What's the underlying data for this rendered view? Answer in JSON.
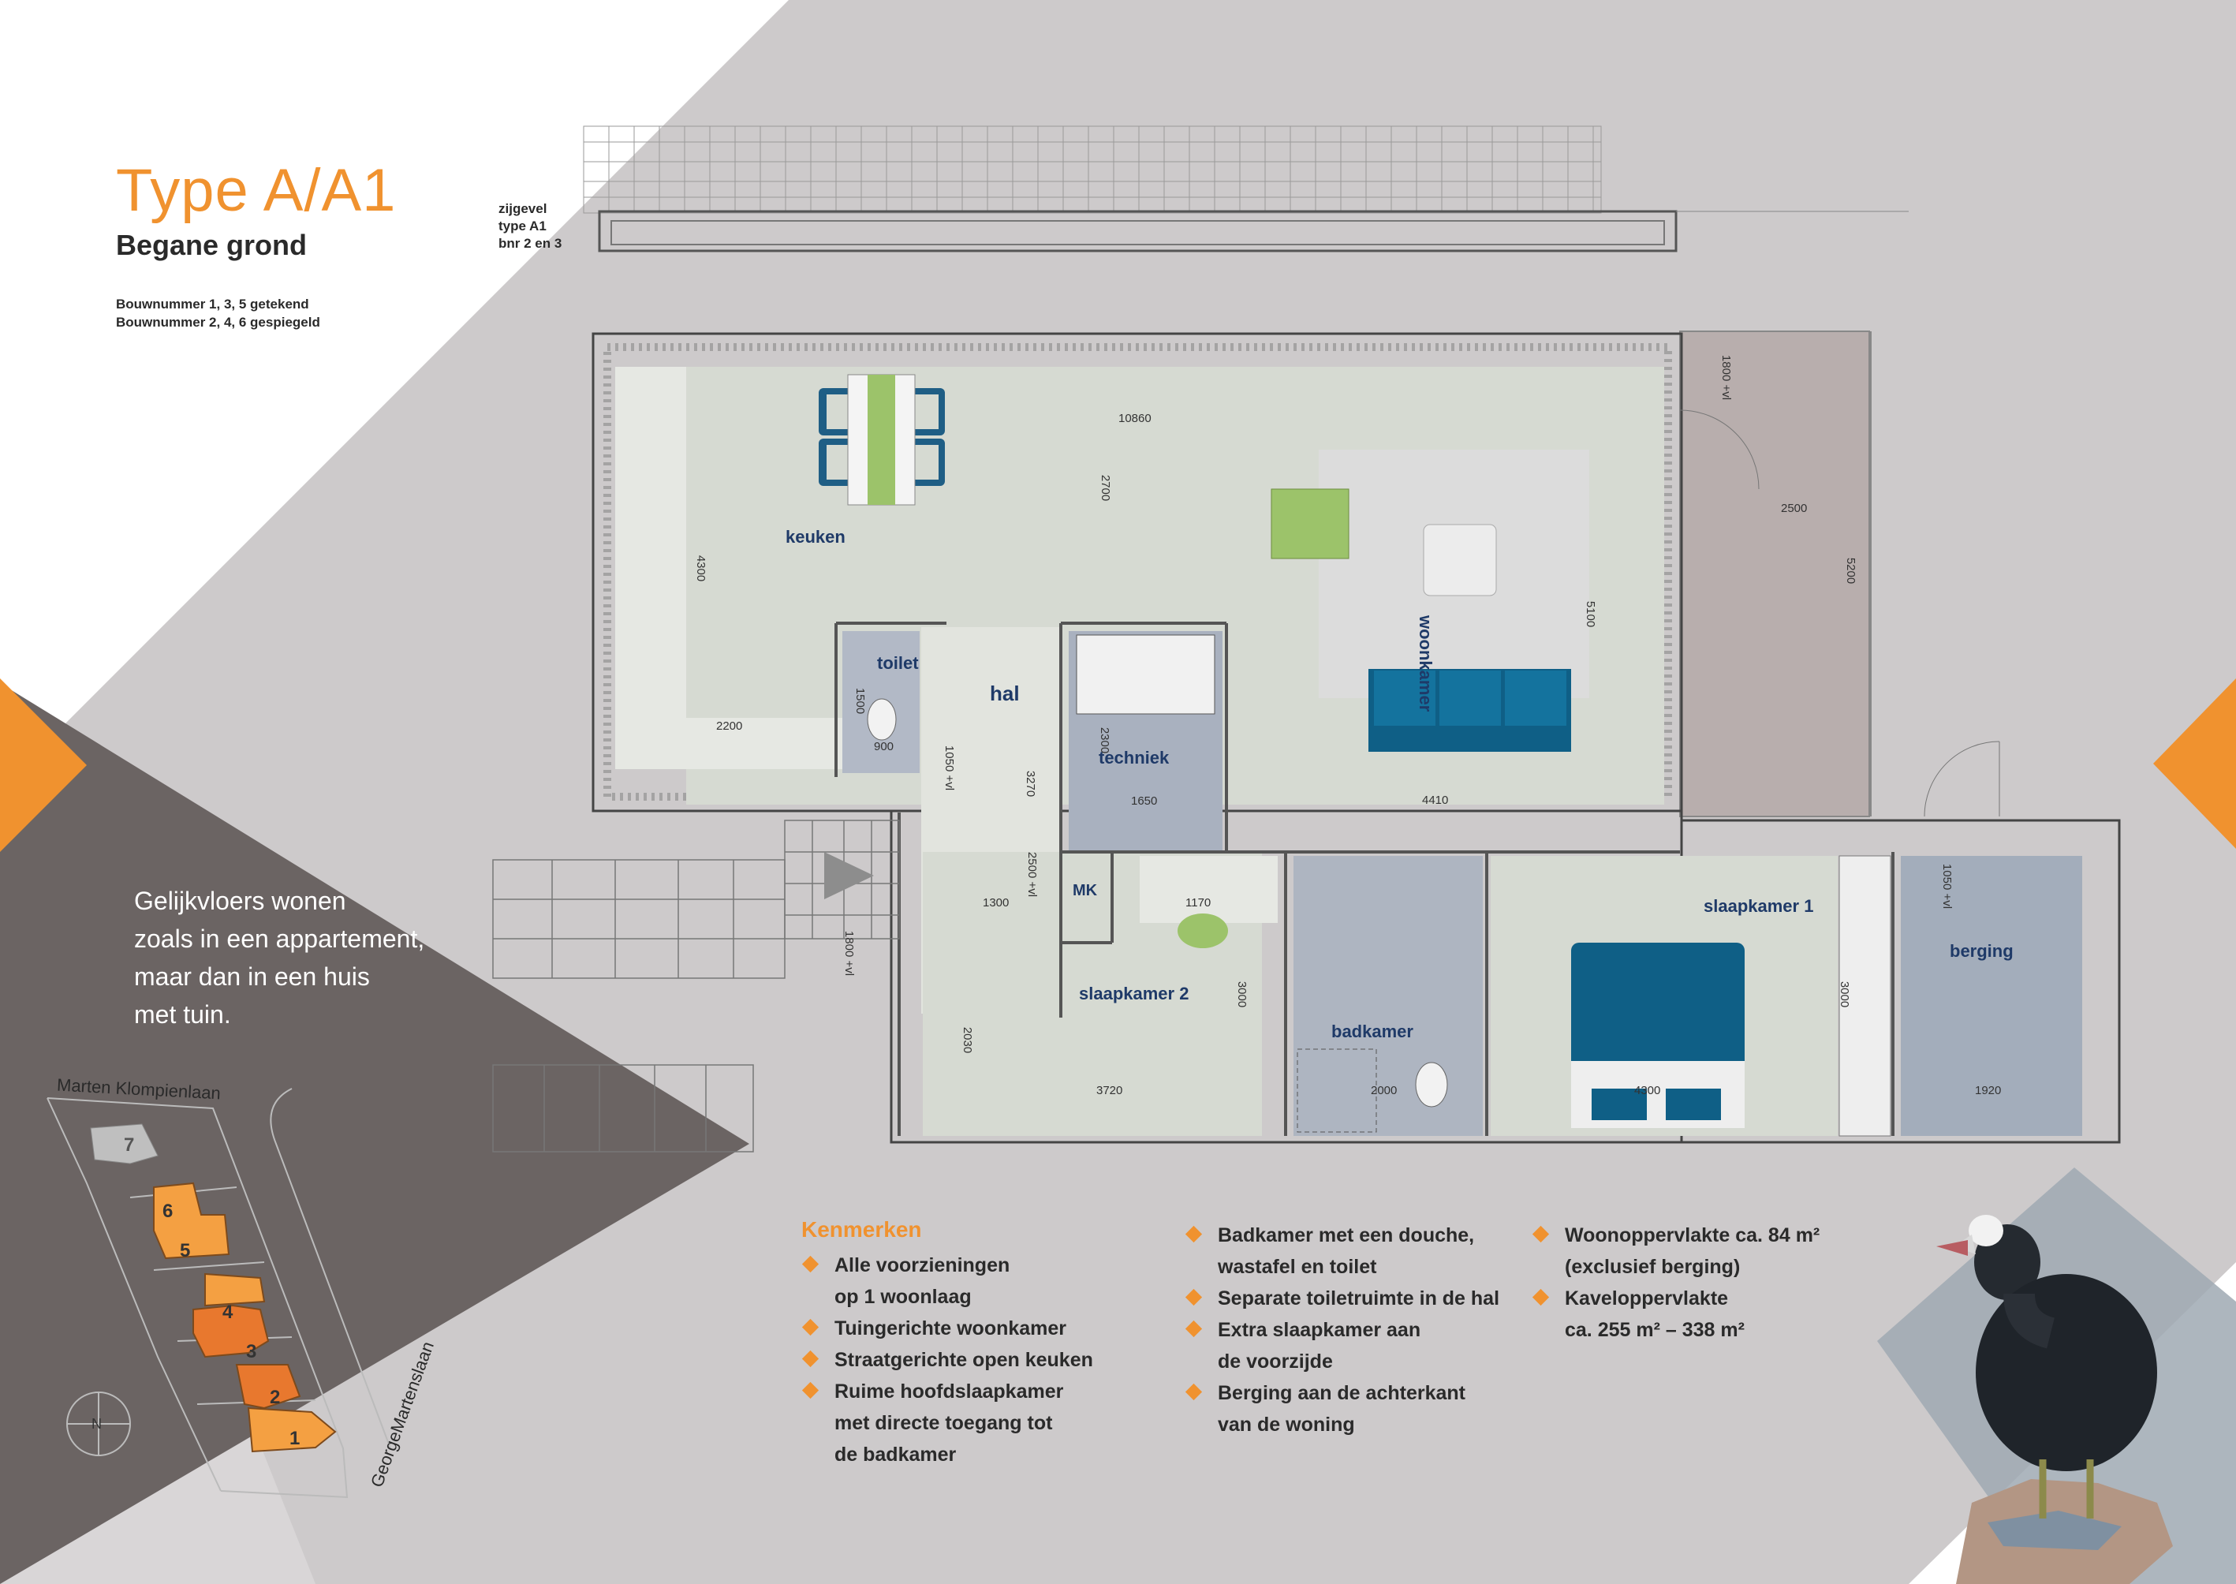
{
  "header": {
    "title": "Type A/A1",
    "subtitle": "Begane grond",
    "notes": [
      "Bouwnummer 1, 3, 5 getekend",
      "Bouwnummer 2, 4, 6 gespiegeld"
    ],
    "elevation_label": [
      "zijgevel",
      "type A1",
      "bnr 2 en 3"
    ]
  },
  "intro": [
    "Gelijkvloers wonen",
    "zoals in een appartement,",
    "maar dan in een huis",
    "met tuin."
  ],
  "rooms": {
    "keuken": "keuken",
    "toilet": "toilet",
    "hal": "hal",
    "techniek": "techniek",
    "woonkamer": "woonkamer",
    "slaapkamer2": "slaapkamer 2",
    "badkamer": "badkamer",
    "slaapkamer1": "slaapkamer 1",
    "berging": "berging",
    "mk": "MK"
  },
  "dimensions": {
    "d10860": "10860",
    "d2700": "2700",
    "d4300": "4300",
    "d2200": "2200",
    "d1500": "1500",
    "d900": "900",
    "d3270": "3270",
    "d2300": "2300",
    "d1650": "1650",
    "d5100": "5100",
    "d4410": "4410",
    "d2500": "2500",
    "d5200": "5200",
    "d1300": "1300",
    "d1170": "1170",
    "d3000a": "3000",
    "d2030": "2030",
    "d3720": "3720",
    "d2000": "2000",
    "d4300b": "4300",
    "d3000b": "3000",
    "d1920": "1920",
    "d1800a": "1800 +vl",
    "d1800b": "1800 +vl",
    "d1050a": "1050 +vl",
    "d1050b": "1050 +vl",
    "d2500vl": "2500 +vl"
  },
  "siteplan": {
    "street_top": "Marten Klompienlaan",
    "street_right": "GeorgeMartenslaan",
    "north": "N",
    "lots": [
      "1",
      "2",
      "3",
      "4",
      "5",
      "6",
      "7"
    ]
  },
  "features": {
    "heading": "Kenmerken",
    "col1": [
      [
        "Alle voorzieningen",
        "op 1 woonlaag"
      ],
      [
        "Tuingerichte woonkamer"
      ],
      [
        "Straatgerichte open keuken"
      ],
      [
        "Ruime hoofdslaapkamer",
        "met directe toegang tot",
        "de badkamer"
      ]
    ],
    "col2": [
      [
        "Badkamer met een douche,",
        "wastafel en toilet"
      ],
      [
        "Separate toiletruimte in de hal"
      ],
      [
        "Extra slaapkamer aan",
        "de voorzijde"
      ],
      [
        "Berging aan de achterkant",
        "van de woning"
      ]
    ],
    "col3": [
      [
        "Woonoppervlakte ca. 84 m²",
        "(exclusief berging)"
      ],
      [
        "Kaveloppervlakte",
        "ca. 255 m² – 338 m²"
      ]
    ]
  },
  "colors": {
    "accent": "#f0922f",
    "background": "#cdcacb",
    "dark_panel": "#6b6463",
    "room_fill": "#d7dbd3",
    "wet_room": "#a9b1bf",
    "sofa_blue": "#0f5f86",
    "terrace": "#b7adab"
  }
}
